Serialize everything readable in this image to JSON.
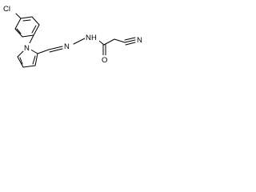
{
  "molecule": {
    "atoms": {
      "chlorine": "Cl",
      "pyrrole_nitrogen": "N",
      "imine_nitrogen": "N",
      "hydrazide_nh": "N",
      "hydrazide_h": "H",
      "carbonyl_oxygen": "O",
      "nitrile_nitrogen": "N"
    }
  }
}
